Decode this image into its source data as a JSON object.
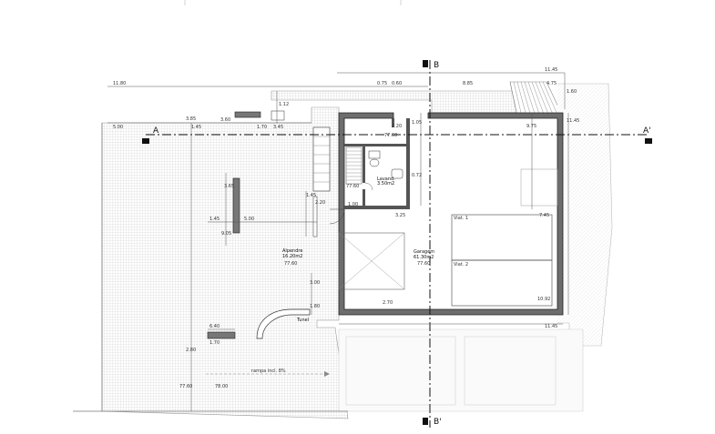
{
  "plan": {
    "section_labels": {
      "a_left": "A",
      "a_right": "A'",
      "b_top": "B",
      "b_bottom": "B'"
    },
    "rooms": {
      "garage_name": "Garagem",
      "garage_area": "61.30m2",
      "garage_level": "77.60",
      "alpendre_name": "Alpendre",
      "alpendre_area": "16.20m2",
      "alpendre_level": "77.60",
      "small_room_name": "Lavand.",
      "small_room_area": "3.50m2",
      "bath_level": "77.60",
      "level_a": "77.60",
      "level_b": "77.60",
      "level_c": "78.00",
      "tunnel_label": "Tunel",
      "car1": "Viat. 1",
      "car2": "Viat. 2",
      "ramp_label": "rampa incl. 8%"
    },
    "dimensions": {
      "top_total": "11.45",
      "top_left": "11.80",
      "top_a": "0.75",
      "top_b": "0.60",
      "top_c": "8.85",
      "top_d": "4.75",
      "left_a": "5.00",
      "left_b": "1.45",
      "left_c": "3.60",
      "left_d": "1.70",
      "left_e": "3.45",
      "v1": "3.85",
      "v2": "1.12",
      "v3": "1.60",
      "v4": "3.65",
      "v5": "9.05",
      "v6": "1.45",
      "v7": "2.80",
      "right_total": "11.45",
      "mid_a": "5.00",
      "mid_b": "1.45",
      "g1": "3.25",
      "g2": "7.45",
      "g3": "10.92",
      "g4": "9.75",
      "g5": "2.20",
      "g6": "0.72",
      "g7": "1.05",
      "bottom_total": "11.45",
      "bl_a": "6.40",
      "bl_b": "1.70",
      "s1": "2.20",
      "s2": "3.00",
      "s3": "1.80",
      "s4": "2.70",
      "s5": "1.00"
    }
  }
}
